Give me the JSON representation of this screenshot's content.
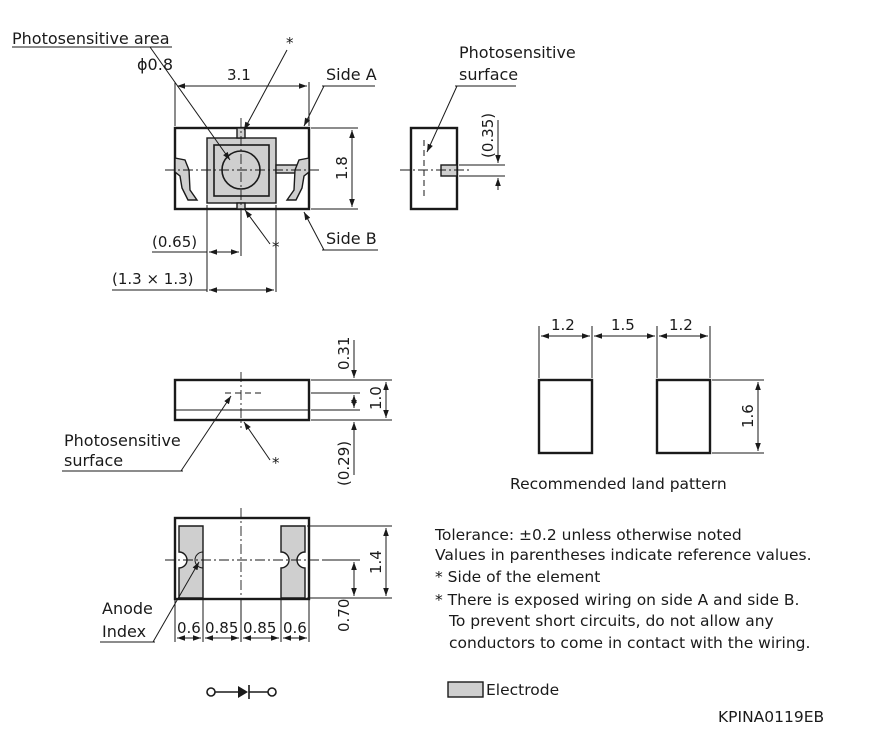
{
  "labels": {
    "photosensitive_area": "Photosensitive area",
    "phi": "ϕ0.8",
    "dim_3_1": "3.1",
    "side_a": "Side A",
    "side_b": "Side B",
    "dim_1_8": "1.8",
    "dim_065": "(0.65)",
    "dim_13x13": "(1.3 × 1.3)",
    "asterisk_top": "*",
    "asterisk_mid": "*",
    "asterisk_side": "*",
    "ps_surface_1a": "Photosensitive",
    "ps_surface_1b": "surface",
    "dim_035": "(0.35)",
    "dim_031": "0.31",
    "dim_1_0": "1.0",
    "dim_029": "(0.29)",
    "ps_surface_2a": "Photosensitive",
    "ps_surface_2b": "surface",
    "dim_1_4": "1.4",
    "dim_070": "0.70",
    "anode_a": "Anode",
    "anode_b": "Index",
    "b_06a": "0.6",
    "b_085a": "0.85",
    "b_085b": "0.85",
    "b_06b": "0.6",
    "lp_12a": "1.2",
    "lp_15": "1.5",
    "lp_12b": "1.2",
    "lp_16": "1.6",
    "land_pattern": "Recommended land pattern"
  },
  "notes": {
    "tolerance": "Tolerance: ±0.2 unless otherwise noted",
    "reference": "Values in parentheses indicate reference values.",
    "side_element": "* Side of the element",
    "wiring_1": "* There is exposed wiring on side A and side B.",
    "wiring_2": "To prevent short circuits, do not allow any",
    "wiring_3": "conductors to come in contact with the wiring."
  },
  "legend": {
    "electrode": "Electrode"
  },
  "code": "KPINA0119EB",
  "colors": {
    "electrode_fill": "#cfcfcf",
    "line": "#1a1a1a"
  }
}
